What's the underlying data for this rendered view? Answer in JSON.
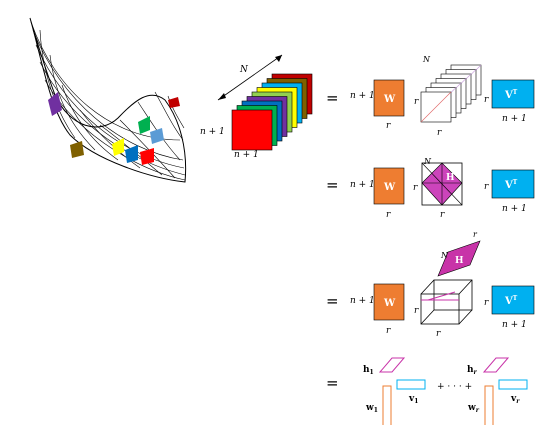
{
  "colors": {
    "orange": "#ee7d31",
    "blue": "#00b0f0",
    "magenta": "#cc44bb",
    "cube_magenta": "#c833a8",
    "stack_colors": [
      "#ff0000",
      "#00b050",
      "#0070c0",
      "#7030a0",
      "#92d050",
      "#ffff00",
      "#00b0f0",
      "#7f6000",
      "#c00000"
    ]
  },
  "labels": {
    "N": "N",
    "n_plus_1": "n + 1",
    "r": "r",
    "W": "W",
    "H": "H",
    "VT_main": "V",
    "VT_sup": "T",
    "equals": "=",
    "h1_main": "h",
    "h1_sub": "1",
    "hr_main": "h",
    "hr_sub": "r",
    "v1_main": "v",
    "v1_sub": "1",
    "vr_main": "v",
    "vr_sub": "r",
    "w1_main": "w",
    "w1_sub": "1",
    "wr_main": "w",
    "wr_sub": "r",
    "plus_dots": "+ · · · +"
  }
}
